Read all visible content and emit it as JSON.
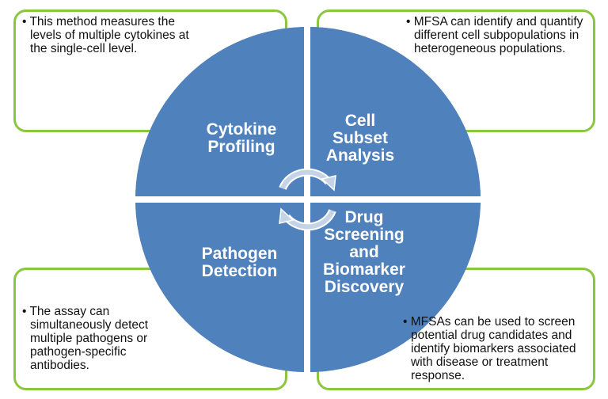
{
  "colors": {
    "quadrant_fill": "#4f81bd",
    "box_border": "#8cc63f",
    "arrow_fill": "#c5d3e6",
    "divider": "#ffffff"
  },
  "quadrants": [
    {
      "id": "top-left",
      "title": "Cytokine Profiling",
      "lines": [
        "Cytokine",
        "Profiling"
      ],
      "description": "This method measures the levels of multiple cytokines at the single-cell level."
    },
    {
      "id": "top-right",
      "title": "Cell Subset Analysis",
      "lines": [
        "Cell",
        "Subset",
        "Analysis"
      ],
      "description": "MFSA can identify and quantify different cell subpopulations in heterogeneous populations."
    },
    {
      "id": "bottom-left",
      "title": "Pathogen Detection",
      "lines": [
        "Pathogen",
        "Detection"
      ],
      "description": "The assay can simultaneously detect multiple pathogens or pathogen-specific antibodies."
    },
    {
      "id": "bottom-right",
      "title": "Drug Screening and Biomarker Discovery",
      "lines": [
        "Drug",
        "Screening",
        "and",
        "Biomarker",
        "Discovery"
      ],
      "description": "MFSAs can be used to screen potential drug candidates and identify biomarkers associated with disease or treatment response."
    }
  ],
  "center_icon": "cycle-arrows-icon"
}
